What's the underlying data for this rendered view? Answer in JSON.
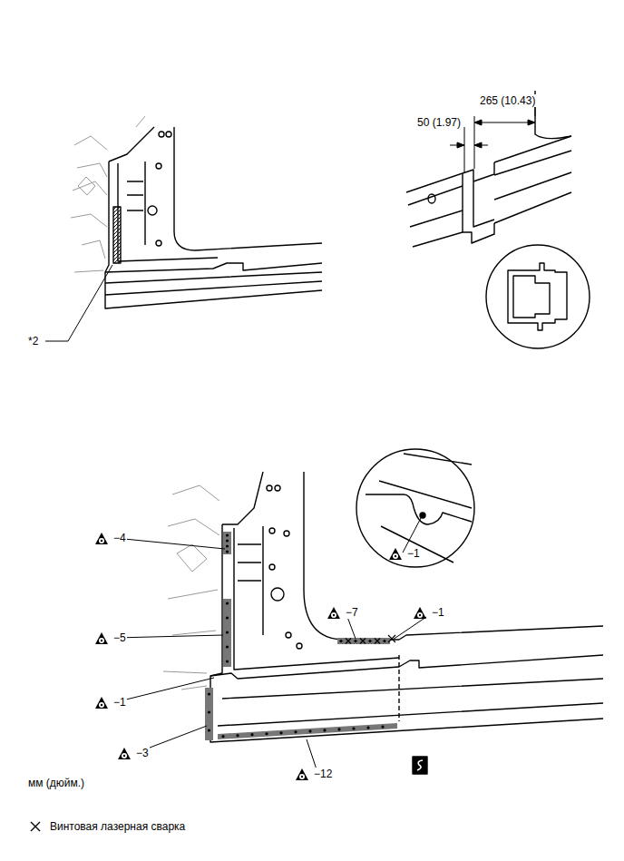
{
  "diagram": {
    "labels": [
      "265 (10.43)",
      "50 (1.97)",
      "*2",
      "−4",
      "−5",
      "−1",
      "−3",
      "−12",
      "−7",
      "−1",
      "−1",
      "мм (дюйм.)"
    ],
    "legend": [
      {
        "text": "Винтовая лазерная сварка"
      }
    ]
  }
}
